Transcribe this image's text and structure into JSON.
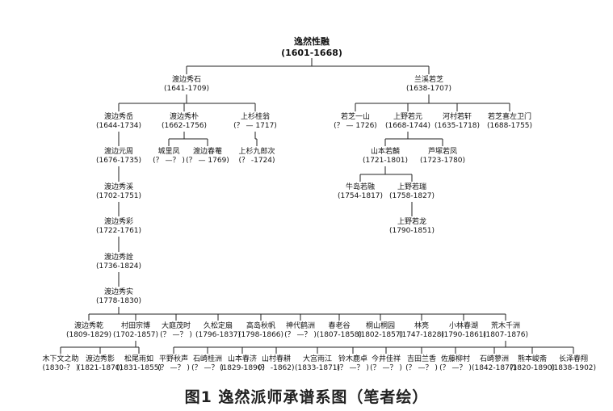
{
  "caption": "图1 逸然派师承谱系图（笔者绘）",
  "nodes": [
    {
      "id": "root",
      "name": "逸然性融",
      "dates": "(1601-1668)"
    },
    {
      "id": "wt-xiushi",
      "name": "渡边秀石",
      "dates": "(1641-1709)"
    },
    {
      "id": "yx-ruozhi",
      "name": "兰溪若芝",
      "dates": "(1638-1707)"
    },
    {
      "id": "wt-xiuyuan",
      "name": "渡边秀岳",
      "dates": "(1644-1734)"
    },
    {
      "id": "wt-xiupu",
      "name": "渡边秀朴",
      "dates": "(1662-1756)"
    },
    {
      "id": "ss-xinweng",
      "name": "上杉桂翁",
      "dates": "(？ — 1717)"
    },
    {
      "id": "rz-yishan",
      "name": "若芝一山",
      "dates": "(？ — 1726)"
    },
    {
      "id": "sy-ruoyuan",
      "name": "上野若元",
      "dates": "(1668-1744)"
    },
    {
      "id": "hc-ruoxuan",
      "name": "河村若轩",
      "dates": "(1635-1718)"
    },
    {
      "id": "rz-xizuomen",
      "name": "若芝喜左卫门",
      "dates": "(1688-1755)"
    },
    {
      "id": "wt-yuanzhou",
      "name": "渡边元周",
      "dates": "(1676-1735)"
    },
    {
      "id": "cl-feng",
      "name": "城里凤",
      "dates": "(？ —？ )"
    },
    {
      "id": "wt-chunan",
      "name": "渡边春菴",
      "dates": "(？ — 1769)"
    },
    {
      "id": "ss-jiulang",
      "name": "上杉九郎次",
      "dates": "(？ -1724)"
    },
    {
      "id": "sb-ruoxin",
      "name": "山本若麟",
      "dates": "(1721-1801)"
    },
    {
      "id": "lw-ruofeng",
      "name": "芦塚若凤",
      "dates": "(1723-1780)"
    },
    {
      "id": "wt-xiuxi",
      "name": "渡边秀溪",
      "dates": "(1702-1751)"
    },
    {
      "id": "nd-ruoxin",
      "name": "牛岛若融",
      "dates": "(1754-1817)"
    },
    {
      "id": "sy-ruorui",
      "name": "上野若瑞",
      "dates": "(1758-1827)"
    },
    {
      "id": "wt-xiuyan",
      "name": "渡边秀彩",
      "dates": "(1722-1761)"
    },
    {
      "id": "sy-ruolong",
      "name": "上野若龙",
      "dates": "(1790-1851)"
    },
    {
      "id": "wt-xiuyi",
      "name": "渡边秀詮",
      "dates": "(1736-1824)"
    },
    {
      "id": "wt-xiushi2",
      "name": "渡边秀实",
      "dates": "(1778-1830)"
    },
    {
      "id": "wt-xiuzi",
      "name": "渡边秀乾",
      "dates": "(1809-1829)"
    },
    {
      "id": "ct-zongfu",
      "name": "村田宗博",
      "dates": "(1702-1857)"
    },
    {
      "id": "dj-jiashi",
      "name": "大庭茂时",
      "dates": "(？ —？ )"
    },
    {
      "id": "jsd-shan",
      "name": "久松定扇",
      "dates": "(1796-1837)"
    },
    {
      "id": "gd-qiufan",
      "name": "高岛秋帆",
      "dates": "(1798-1866)"
    },
    {
      "id": "sd-hezhou",
      "name": "神代鹤洲",
      "dates": "(？ —？ )"
    },
    {
      "id": "cl-gu",
      "name": "春老谷",
      "dates": "(1807-1858)"
    },
    {
      "id": "ts-tian",
      "name": "桐山桐园",
      "dates": "(1802-1857)"
    },
    {
      "id": "lin-liang",
      "name": "林亮",
      "dates": "(1747-1828)"
    },
    {
      "id": "xl-chunhu",
      "name": "小林春湖",
      "dates": "(1790-1861)"
    },
    {
      "id": "hm-qianzhou",
      "name": "荒木千洲",
      "dates": "(1807-1876)"
    },
    {
      "id": "mx-wenzhi",
      "name": "木下文之助",
      "dates": "(1830-？ )"
    },
    {
      "id": "wt-xiuying",
      "name": "渡边秀影",
      "dates": "(1821-1870)"
    },
    {
      "id": "swd-yuwen",
      "name": "松尾雨如",
      "dates": "(1831-1855)"
    },
    {
      "id": "pyq-sheng",
      "name": "平野秋声",
      "dates": "(？ —？ )"
    },
    {
      "id": "sq-guizhou",
      "name": "石崎桂洲",
      "dates": "(？ —？ )"
    },
    {
      "id": "sb-chunji",
      "name": "山本春济",
      "dates": "(1829-1890)"
    },
    {
      "id": "sc-chunjin",
      "name": "山村春耕",
      "dates": "(？ -1862)"
    },
    {
      "id": "dg-lanjiang",
      "name": "大宫雨江",
      "dates": "(1833-1871)"
    },
    {
      "id": "lm-lumai",
      "name": "铃木鹿卓",
      "dates": "(？ —？ )"
    },
    {
      "id": "jj-jiaxiang",
      "name": "今井佳祥",
      "dates": "(？ —？ )"
    },
    {
      "id": "jt-lanxiang",
      "name": "吉田兰香",
      "dates": "(？ —？ )"
    },
    {
      "id": "zt-liucun",
      "name": "佐藤柳村",
      "dates": "(？ —？ )"
    },
    {
      "id": "sq-muzhou",
      "name": "石崎蓼洲",
      "dates": "(1842-1877)"
    },
    {
      "id": "xb-junqi",
      "name": "熊本峻斋",
      "dates": "(1820-1890)"
    },
    {
      "id": "cz-chunfeng",
      "name": "长泽春翔",
      "dates": "(1838-1902)"
    }
  ],
  "edges": [
    [
      "root",
      "wt-xiushi"
    ],
    [
      "root",
      "yx-ruozhi"
    ],
    [
      "wt-xiushi",
      "wt-xiuyuan"
    ],
    [
      "wt-xiushi",
      "wt-xiupu"
    ],
    [
      "wt-xiushi",
      "ss-xinweng"
    ],
    [
      "yx-ruozhi",
      "rz-yishan"
    ],
    [
      "yx-ruozhi",
      "sy-ruoyuan"
    ],
    [
      "yx-ruozhi",
      "hc-ruoxuan"
    ],
    [
      "yx-ruozhi",
      "rz-xizuomen"
    ],
    [
      "wt-xiuyuan",
      "wt-yuanzhou"
    ],
    [
      "wt-xiupu",
      "cl-feng"
    ],
    [
      "wt-xiupu",
      "wt-chunan"
    ],
    [
      "ss-xinweng",
      "ss-jiulang"
    ],
    [
      "sy-ruoyuan",
      "sb-ruoxin"
    ],
    [
      "sy-ruoyuan",
      "lw-ruofeng"
    ],
    [
      "wt-yuanzhou",
      "wt-xiuxi"
    ],
    [
      "sb-ruoxin",
      "nd-ruoxin"
    ],
    [
      "sb-ruoxin",
      "sy-ruorui"
    ],
    [
      "wt-xiuxi",
      "wt-xiuyan"
    ],
    [
      "sy-ruorui",
      "sy-ruolong"
    ],
    [
      "wt-xiuyan",
      "wt-xiuyi"
    ],
    [
      "wt-xiuyi",
      "wt-xiushi2"
    ],
    [
      "wt-xiushi2",
      "wt-xiuzi"
    ],
    [
      "wt-xiushi2",
      "ct-zongfu"
    ],
    [
      "wt-xiushi2",
      "dj-jiashi"
    ],
    [
      "wt-xiushi2",
      "jsd-shan"
    ],
    [
      "wt-xiushi2",
      "gd-qiufan"
    ],
    [
      "wt-xiushi2",
      "sd-hezhou"
    ],
    [
      "wt-xiushi2",
      "cl-gu"
    ],
    [
      "wt-xiushi2",
      "ts-tian"
    ],
    [
      "wt-xiushi2",
      "lin-liang"
    ],
    [
      "wt-xiushi2",
      "xl-chunhu"
    ],
    [
      "wt-xiushi2",
      "hm-qianzhou"
    ],
    [
      "ct-zongfu",
      "mx-wenzhi"
    ],
    [
      "ct-zongfu",
      "wt-xiuying"
    ],
    [
      "ct-zongfu",
      "swd-yuwen"
    ],
    [
      "hm-qianzhou",
      "pyq-sheng"
    ],
    [
      "hm-qianzhou",
      "sq-guizhou"
    ],
    [
      "hm-qianzhou",
      "sb-chunji"
    ],
    [
      "hm-qianzhou",
      "sc-chunjin"
    ],
    [
      "hm-qianzhou",
      "dg-lanjiang"
    ],
    [
      "hm-qianzhou",
      "lm-lumai"
    ],
    [
      "hm-qianzhou",
      "jj-jiaxiang"
    ],
    [
      "hm-qianzhou",
      "jt-lanxiang"
    ],
    [
      "hm-qianzhou",
      "zt-liucun"
    ],
    [
      "hm-qianzhou",
      "sq-muzhou"
    ],
    [
      "hm-qianzhou",
      "xb-junqi"
    ],
    [
      "hm-qianzhou",
      "cz-chunfeng"
    ]
  ]
}
